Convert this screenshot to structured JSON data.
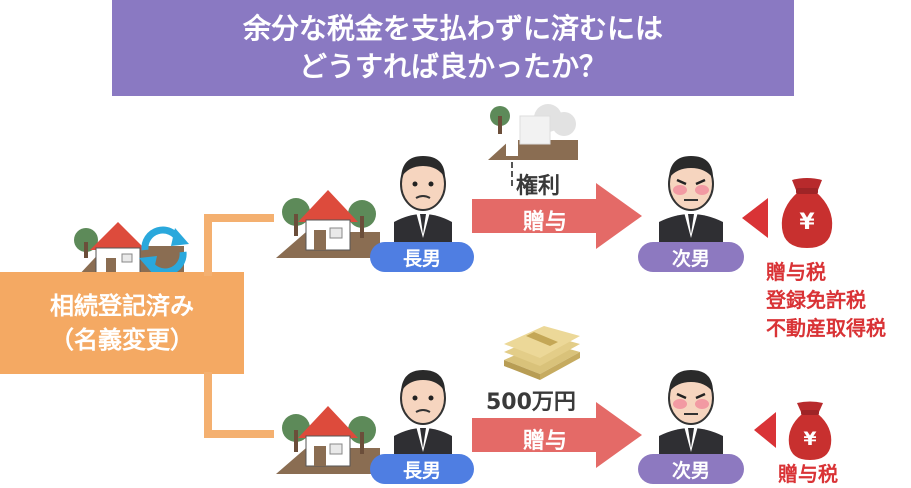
{
  "title": {
    "line1": "余分な税金を支払わずに済むには",
    "line2": "どうすれば良かったか？"
  },
  "inheritance_box": {
    "line1": "相続登記済み",
    "line2": "（名義変更）"
  },
  "top_row": {
    "giver": "長男",
    "receiver": "次男",
    "asset_label": "権利",
    "gift_label": "贈与",
    "taxes": [
      "贈与税",
      "登録免許税",
      "不動産取得税"
    ]
  },
  "bottom_row": {
    "giver": "長男",
    "receiver": "次男",
    "asset_label": "500万円",
    "gift_label": "贈与",
    "taxes": [
      "贈与税"
    ]
  },
  "money_bag_symbol": "¥",
  "colors": {
    "title_bg": "#8a79c2",
    "inherit_box": "#f4a963",
    "arrow": "#e46a67",
    "giver_pill": "#4f7ee2",
    "receiver_pill": "#8d79c0",
    "tax_text": "#d93336"
  }
}
